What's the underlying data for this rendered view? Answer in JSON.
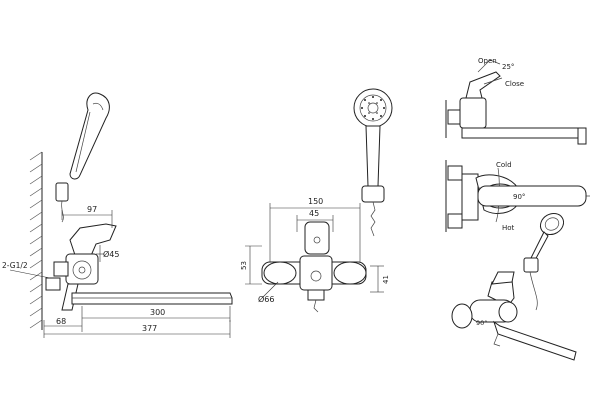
{
  "labels": {
    "dim_97": "97",
    "dim_phi45": "Ø45",
    "dim_thread": "2-G1/2",
    "dim_300": "300",
    "dim_68": "68",
    "dim_377": "377",
    "dim_150": "150",
    "dim_45": "45",
    "dim_phi66": "Ø66",
    "dim_left_vertical": "53",
    "dim_right_vertical": "41",
    "open": "Open",
    "angle_25": "25°",
    "close": "Close",
    "cold": "Cold",
    "angle_90": "90°",
    "hot": "Hot",
    "angle_right_bottom": "90°"
  },
  "colors": {
    "line": "#222222",
    "background": "#ffffff"
  }
}
